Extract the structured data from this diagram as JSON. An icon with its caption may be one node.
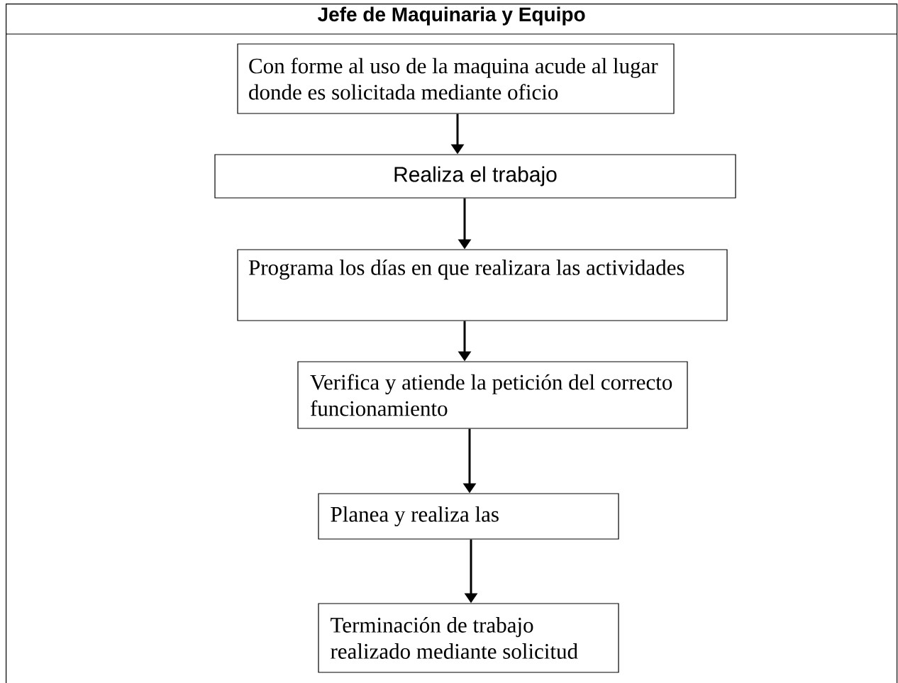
{
  "diagram": {
    "nodes": [
      {
        "text": [
          "Jefe de Maquinaria y Equipo"
        ]
      },
      {
        "text": [
          "Con forme al uso de la maquina acude al lugar donde es solicitada mediante oficio"
        ],
        "in": 0
      },
      {
        "text": [
          "Realiza el trabajo"
        ],
        "in": 0
      },
      {
        "text": [
          "Programa los días en que realizara las actividades"
        ],
        "in": 0
      },
      {
        "text": [
          "Verifica y atiende la petición del correcto funcionamiento"
        ],
        "in": 0
      },
      {
        "text": [
          "Planea y realiza las"
        ],
        "in": 0
      },
      {
        "text": [
          "Terminación de trabajo realizado mediante solicitud"
        ],
        "in": 0
      }
    ],
    "edges": [
      {
        "from": 1,
        "to": 2,
        "arrow": "to"
      },
      {
        "from": 2,
        "to": 3,
        "arrow": "to"
      },
      {
        "from": 3,
        "to": 4,
        "arrow": "to"
      },
      {
        "from": 4,
        "to": 5,
        "arrow": "to"
      },
      {
        "from": 5,
        "to": 6,
        "arrow": "to"
      }
    ]
  }
}
